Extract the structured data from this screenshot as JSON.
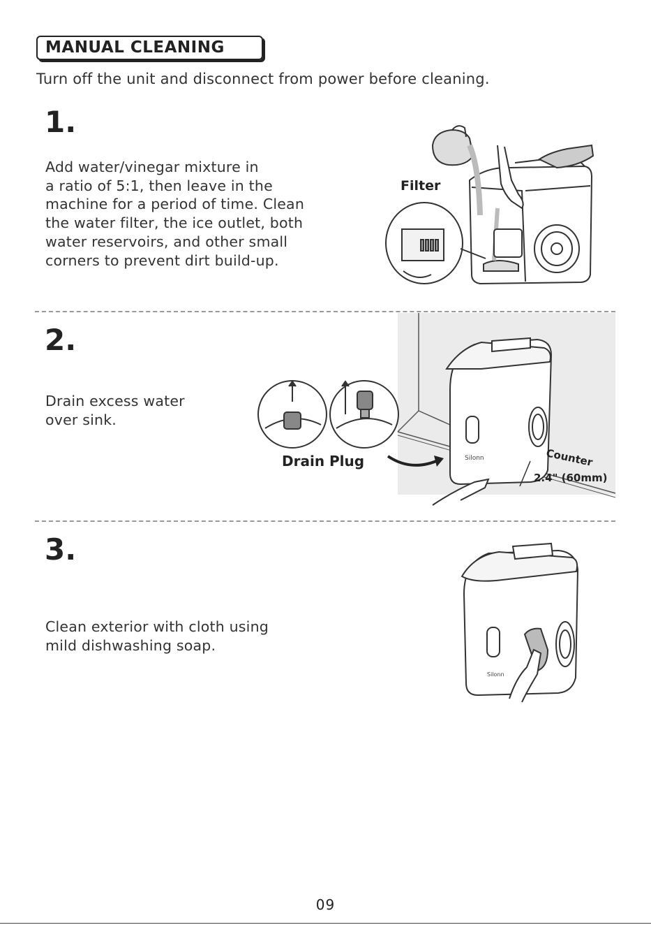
{
  "section": {
    "title": "MANUAL CLEANING"
  },
  "intro": "Turn off the unit and disconnect from power before cleaning.",
  "steps": [
    {
      "number": "1.",
      "text": "Add water/vinegar mixture in\na ratio of 5:1, then leave in the\nmachine for a period of time. Clean\nthe water filter, the ice outlet, both\nwater reservoirs, and other small\ncorners to prevent dirt build-up.",
      "callout": "Filter"
    },
    {
      "number": "2.",
      "text": "Drain excess water\nover sink.",
      "callout": "Drain Plug",
      "counter_label": "Counter",
      "height_label": "2.4\" (60mm)",
      "brand": "Silonn"
    },
    {
      "number": "3.",
      "text": "Clean exterior with cloth using\nmild dishwashing soap.",
      "brand": "Silonn"
    }
  ],
  "page_number": "09"
}
